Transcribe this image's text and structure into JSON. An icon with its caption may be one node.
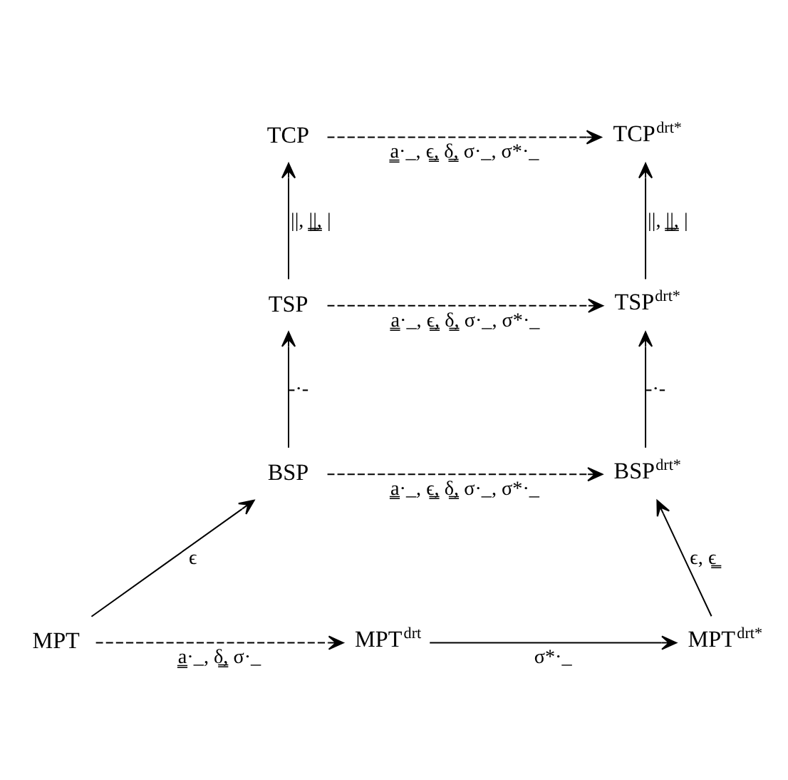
{
  "diagram": {
    "nodes": [
      {
        "text": [
          "TCP"
        ]
      },
      {
        "text": [
          "TCP$^{drt*}$"
        ]
      },
      {
        "text": [
          "TSP"
        ]
      },
      {
        "text": [
          "TSP$^{drt*}$"
        ]
      },
      {
        "text": [
          "BSP"
        ]
      },
      {
        "text": [
          "BSP$^{drt*}$"
        ]
      },
      {
        "text": [
          "MPT"
        ]
      },
      {
        "text": [
          "MPT$^{drt}$"
        ]
      },
      {
        "text": [
          "MPT$^{drt*}$"
        ]
      }
    ],
    "edges": [
      {
        "from": 0,
        "to": 1,
        "arrow": "to",
        "style": "dashed",
        "label": "a̳·_, ϵ̳, δ̳, σ·_, σ*·_"
      },
      {
        "from": 2,
        "to": 3,
        "arrow": "to",
        "style": "dashed",
        "label": "a̳·_, ϵ̳, δ̳, σ·_, σ*·_"
      },
      {
        "from": 4,
        "to": 5,
        "arrow": "to",
        "style": "dashed",
        "label": "a̳·_, ϵ̳, δ̳, σ·_, σ*·_"
      },
      {
        "from": 6,
        "to": 7,
        "arrow": "to",
        "style": "dashed",
        "label": "a̳·_, δ̳, σ·_"
      },
      {
        "from": 7,
        "to": 8,
        "arrow": "to",
        "label": "σ*·_"
      },
      {
        "from": 2,
        "to": 0,
        "arrow": "to",
        "label": "||, |̳|̳, |"
      },
      {
        "from": 4,
        "to": 2,
        "arrow": "to",
        "label": "-·-"
      },
      {
        "from": 6,
        "to": 4,
        "arrow": "to",
        "label": "ϵ"
      },
      {
        "from": 3,
        "to": 1,
        "arrow": "to",
        "label": "||, |̳|̳, |"
      },
      {
        "from": 5,
        "to": 3,
        "arrow": "to",
        "label": "-·-"
      },
      {
        "from": 8,
        "to": 5,
        "arrow": "to",
        "label": "ϵ, ϵ̳"
      }
    ]
  }
}
